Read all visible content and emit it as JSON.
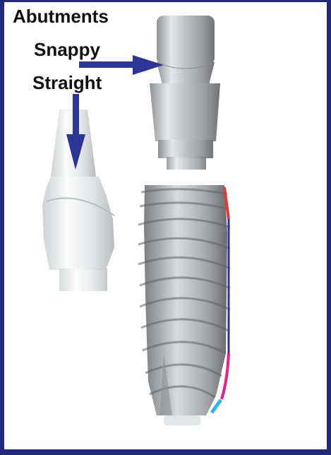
{
  "labels": {
    "title": "Abutments",
    "snappy": "Snappy",
    "straight": "Straight"
  },
  "colors": {
    "frame": "#1f2a7a",
    "arrow": "#2b3596",
    "profile_coronal": "#e53935",
    "profile_body": "#2b3596",
    "profile_apical_taper": "#e91e8c",
    "profile_apex": "#29b6f6"
  }
}
